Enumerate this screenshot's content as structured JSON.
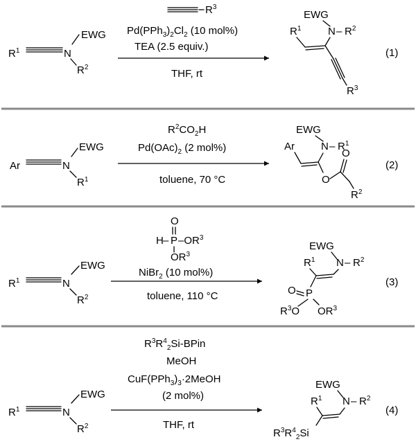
{
  "reactions": [
    {
      "number": "(1)",
      "reactant": {
        "r1": "R",
        "r1_sup": "1",
        "n": "N",
        "ewg": "EWG",
        "r2": "R",
        "r2_sup": "2"
      },
      "reagent_alkyne": {
        "r": "R",
        "sup": "3"
      },
      "catalyst": {
        "a": "Pd(PPh",
        "s1": "3",
        "b": ")",
        "s2": "2",
        "c": "Cl",
        "s3": "2",
        "d": " (10 mol%)"
      },
      "base": "TEA (2.5 equiv.)",
      "conditions": "THF, rt",
      "product": {
        "ewg": "EWG",
        "r1": "R",
        "r1_sup": "1",
        "n": "N",
        "dash": "–",
        "r2": "R",
        "r2_sup": "2",
        "r3": "R",
        "r3_sup": "3"
      }
    },
    {
      "number": "(2)",
      "reactant": {
        "ar": "Ar",
        "n": "N",
        "ewg": "EWG",
        "r1": "R",
        "r1_sup": "1"
      },
      "acid": {
        "r": "R",
        "sup": "2",
        "rest": "CO",
        "sub": "2",
        "h": "H"
      },
      "catalyst": {
        "a": "Pd(OAc)",
        "sub": "2",
        "b": " (2 mol%)"
      },
      "conditions": "toluene, 70 °C",
      "product": {
        "ewg": "EWG",
        "ar": "Ar",
        "n": "N",
        "dash": "–",
        "r1": "R",
        "r1_sup": "1",
        "o1": "O",
        "o2": "O",
        "r2": "R",
        "r2_sup": "2"
      }
    },
    {
      "number": "(3)",
      "reactant": {
        "r1": "R",
        "r1_sup": "1",
        "n": "N",
        "ewg": "EWG",
        "r2": "R",
        "r2_sup": "2"
      },
      "phosphite": {
        "h": "H",
        "dash": "–",
        "p": "P",
        "o_top": "O",
        "or_right": "–OR",
        "or_right_sup": "3",
        "or_bottom": "OR",
        "or_bottom_sup": "3"
      },
      "catalyst": {
        "a": "NiBr",
        "sub": "2",
        "b": " (10 mol%)"
      },
      "conditions": "toluene, 110 °C",
      "product": {
        "ewg": "EWG",
        "r1": "R",
        "r1_sup": "1",
        "n": "N",
        "dash": "–",
        "r2": "R",
        "r2_sup": "2",
        "o": "O",
        "p": "P",
        "r3o": "R",
        "r3o_sup": "3",
        "o_left": "O",
        "or_right": "OR",
        "or_right_sup": "3"
      }
    },
    {
      "number": "(4)",
      "reactant": {
        "r1": "R",
        "r1_sup": "1",
        "n": "N",
        "ewg": "EWG",
        "r2": "R",
        "r2_sup": "2"
      },
      "silylborane": {
        "r3": "R",
        "r3_sup": "3",
        "r4": "R",
        "r4_sup": "4",
        "sub": "2",
        "rest": "Si-BPin"
      },
      "additive": "MeOH",
      "catalyst": {
        "a": "CuF(PPh",
        "s1": "3",
        "b": ")",
        "s2": "3",
        "c": "·2MeOH"
      },
      "loading": "(2 mol%)",
      "conditions": "THF, rt",
      "product": {
        "ewg": "EWG",
        "r1": "R",
        "r1_sup": "1",
        "n": "N",
        "dash": "–",
        "r2": "R",
        "r2_sup": "2",
        "r3": "R",
        "r3_sup": "3",
        "r4": "R",
        "r4_sup": "4",
        "sub": "2",
        "si": "Si"
      }
    }
  ]
}
